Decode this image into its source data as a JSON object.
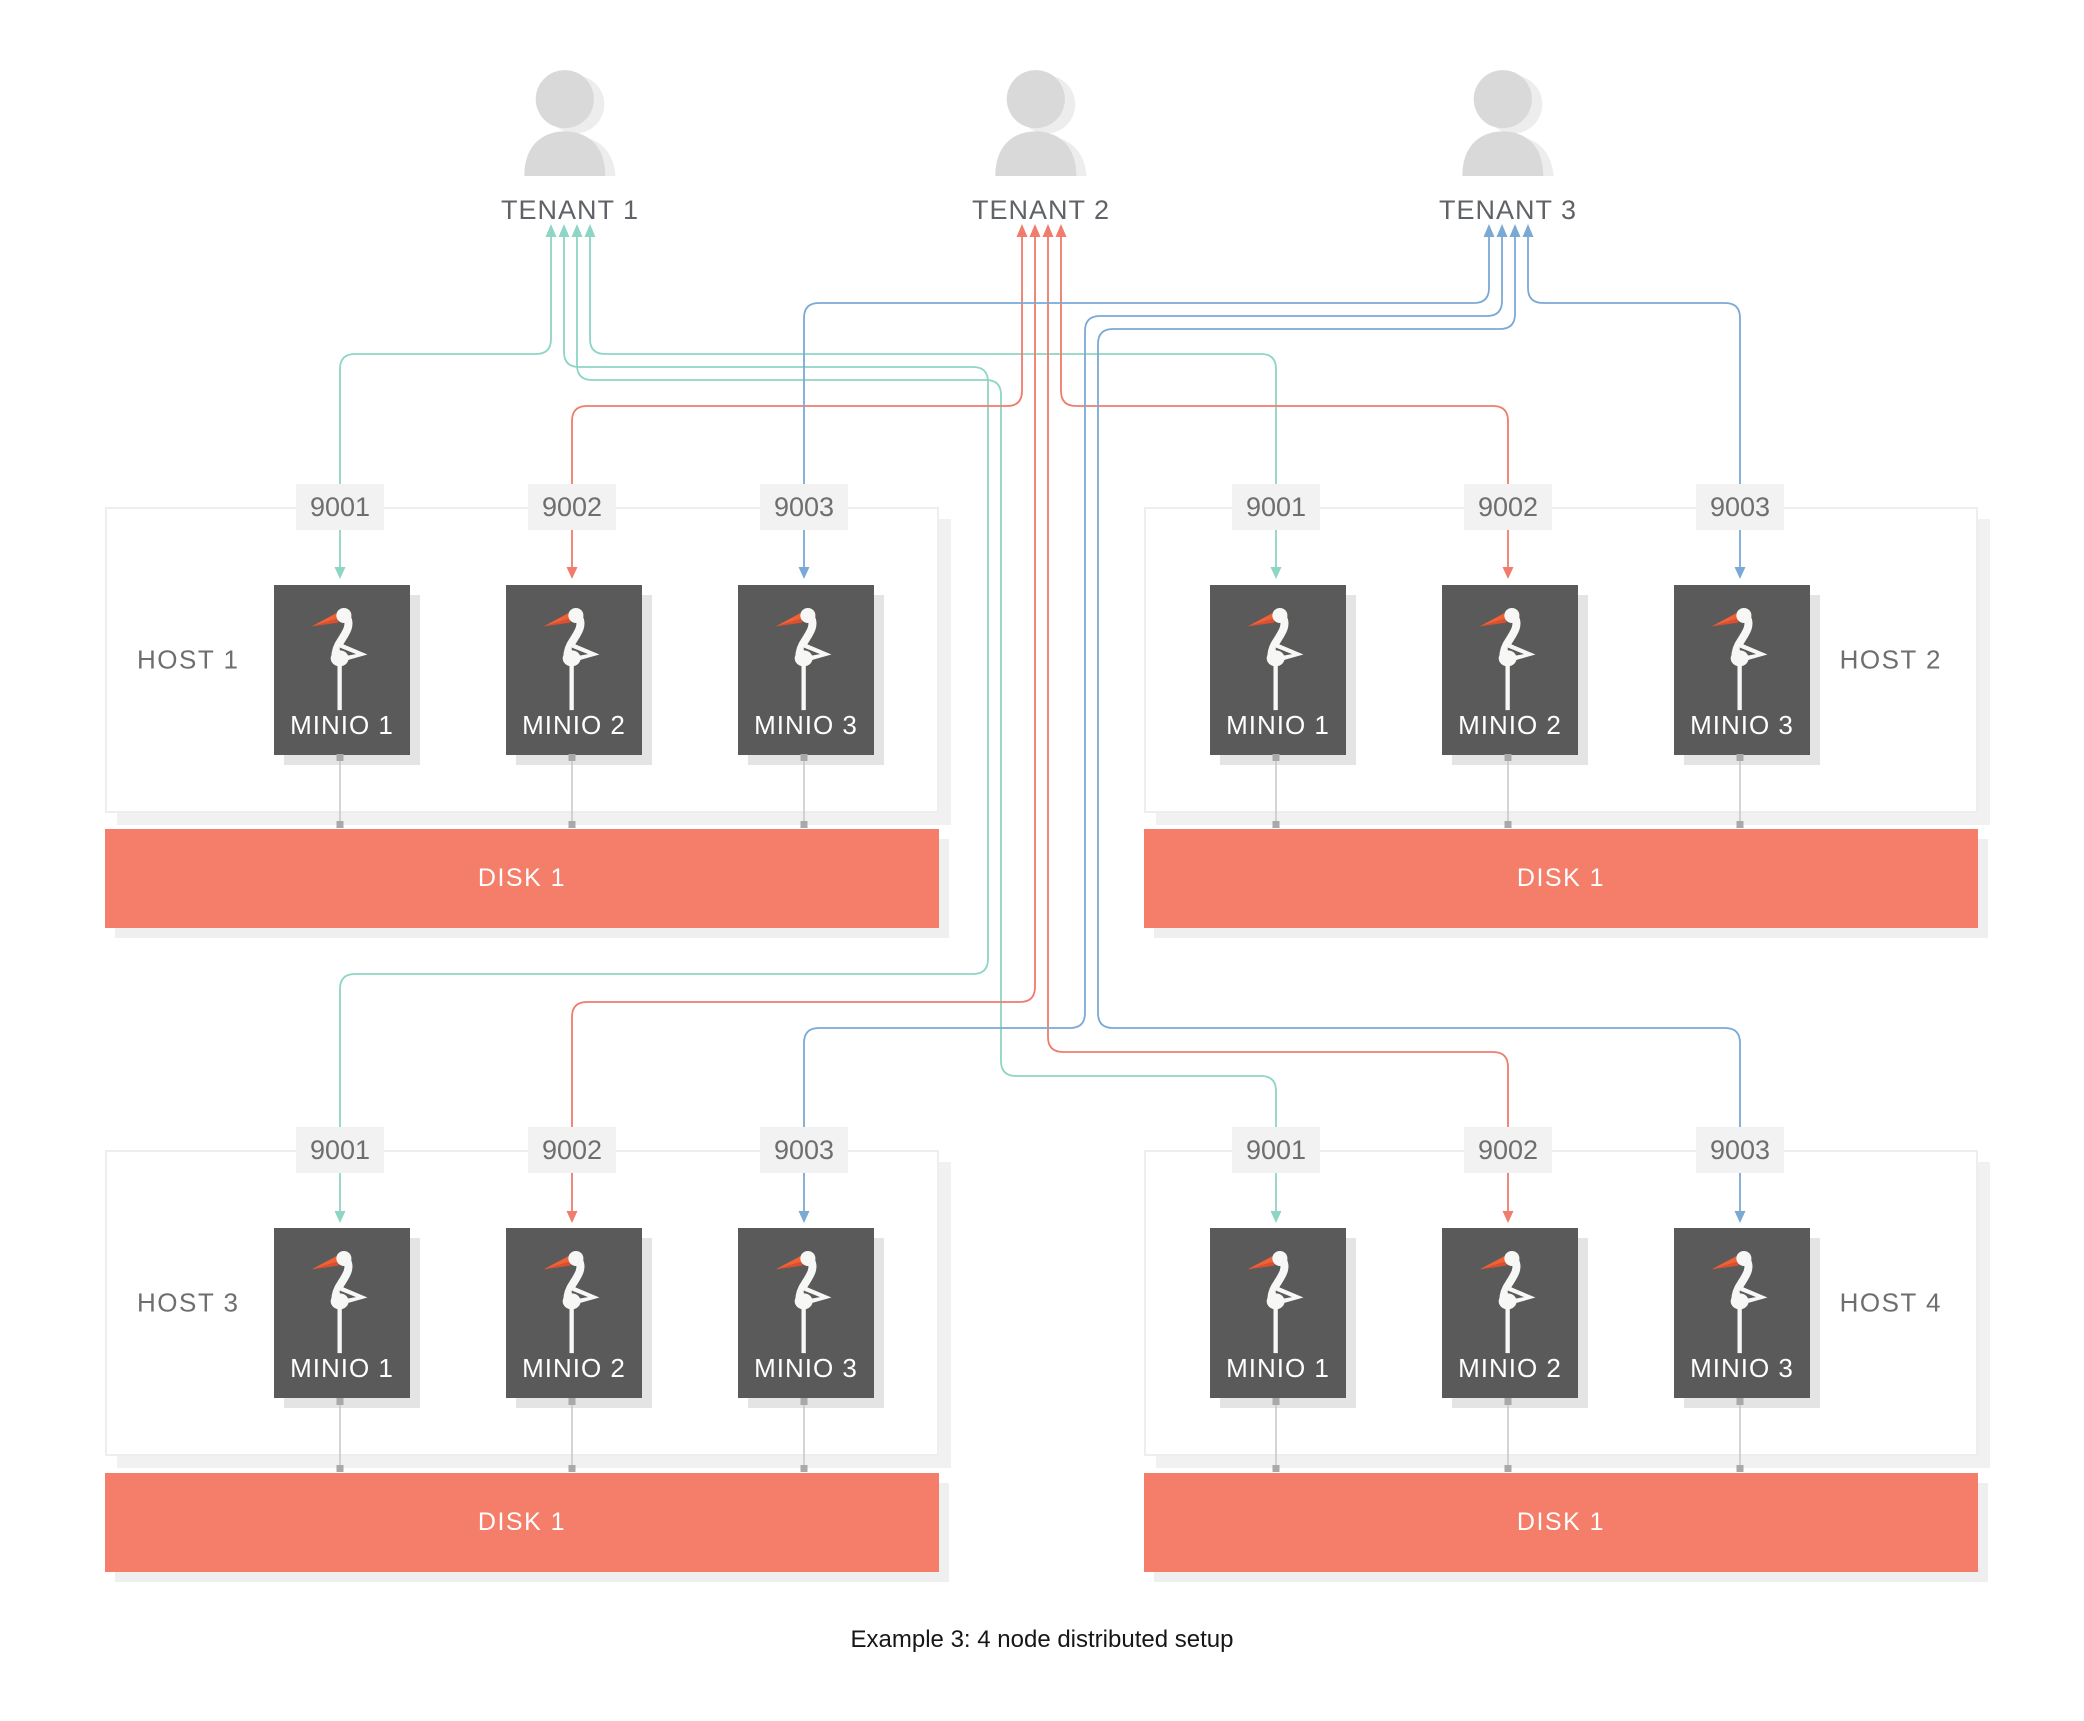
{
  "caption": "Example 3: 4 node distributed setup",
  "colors": {
    "tenant1_line": "#8fd5c5",
    "tenant2_line": "#ef7c6c",
    "tenant3_line": "#7ba9d6",
    "disk_fill": "#f47e6a",
    "minio_box_fill": "#5a5a5a",
    "minio_beak_orange": "#ef6136",
    "person_gray": "#d9d9d9",
    "port_label_bg": "#f2f2f2",
    "label_text_gray": "#6e6e6e",
    "connector_gray": "#c6c6c6"
  },
  "tenants": [
    {
      "label": "TENANT 1"
    },
    {
      "label": "TENANT 2"
    },
    {
      "label": "TENANT 3"
    }
  ],
  "hosts": [
    {
      "label": "HOST 1",
      "disk_label": "DISK 1",
      "nodes": [
        {
          "port": "9001",
          "name": "MINIO 1"
        },
        {
          "port": "9002",
          "name": "MINIO 2"
        },
        {
          "port": "9003",
          "name": "MINIO 3"
        }
      ]
    },
    {
      "label": "HOST 2",
      "disk_label": "DISK 1",
      "nodes": [
        {
          "port": "9001",
          "name": "MINIO 1"
        },
        {
          "port": "9002",
          "name": "MINIO 2"
        },
        {
          "port": "9003",
          "name": "MINIO 3"
        }
      ]
    },
    {
      "label": "HOST 3",
      "disk_label": "DISK 1",
      "nodes": [
        {
          "port": "9001",
          "name": "MINIO 1"
        },
        {
          "port": "9002",
          "name": "MINIO 2"
        },
        {
          "port": "9003",
          "name": "MINIO 3"
        }
      ]
    },
    {
      "label": "HOST 4",
      "disk_label": "DISK 1",
      "nodes": [
        {
          "port": "9001",
          "name": "MINIO 1"
        },
        {
          "port": "9002",
          "name": "MINIO 2"
        },
        {
          "port": "9003",
          "name": "MINIO 3"
        }
      ]
    }
  ],
  "connections": [
    {
      "tenant": 1,
      "host": 1,
      "port": "9001"
    },
    {
      "tenant": 1,
      "host": 2,
      "port": "9001"
    },
    {
      "tenant": 1,
      "host": 3,
      "port": "9001"
    },
    {
      "tenant": 1,
      "host": 4,
      "port": "9001"
    },
    {
      "tenant": 2,
      "host": 1,
      "port": "9002"
    },
    {
      "tenant": 2,
      "host": 2,
      "port": "9002"
    },
    {
      "tenant": 2,
      "host": 3,
      "port": "9002"
    },
    {
      "tenant": 2,
      "host": 4,
      "port": "9002"
    },
    {
      "tenant": 3,
      "host": 1,
      "port": "9003"
    },
    {
      "tenant": 3,
      "host": 2,
      "port": "9003"
    },
    {
      "tenant": 3,
      "host": 3,
      "port": "9003"
    },
    {
      "tenant": 3,
      "host": 4,
      "port": "9003"
    }
  ]
}
